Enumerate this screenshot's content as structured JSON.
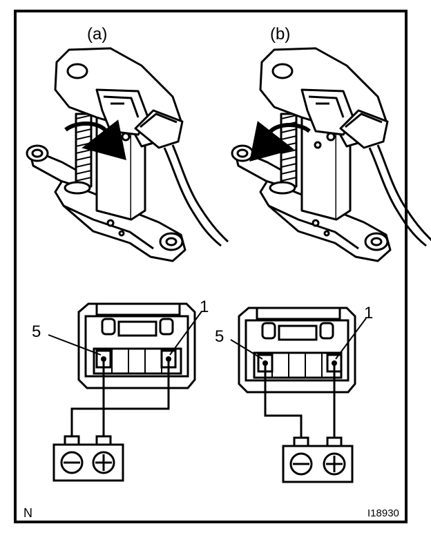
{
  "panels": [
    {
      "label": "(a)",
      "pin_left": "5",
      "pin_right": "1",
      "rotation": "clockwise"
    },
    {
      "label": "(b)",
      "pin_left": "5",
      "pin_right": "1",
      "rotation": "counterclockwise"
    }
  ],
  "footer": {
    "corner_mark": "N",
    "figure_code": "I18930"
  },
  "icons": [
    "rotation-arrow-icon",
    "minus-terminal-icon",
    "plus-terminal-icon"
  ],
  "colors": {
    "line": "#000000",
    "background": "#ffffff"
  }
}
